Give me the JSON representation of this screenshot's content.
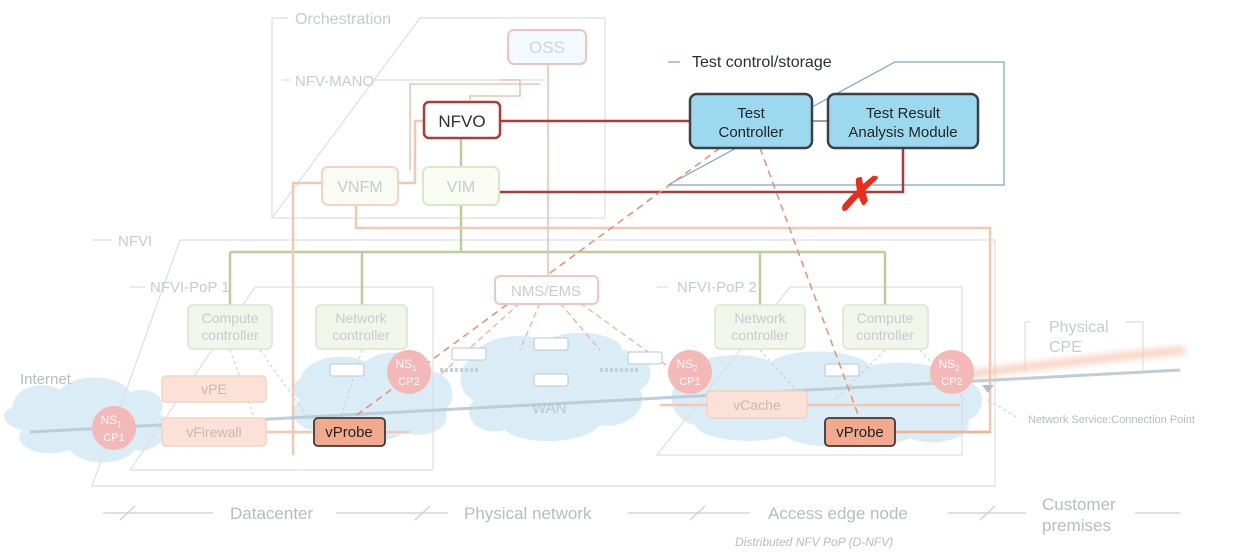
{
  "groups": {
    "orchestration": "Orchestration",
    "nfv_mano": "NFV-MANO",
    "test_control": "Test control/storage",
    "nfvi": "NFVI",
    "nfvi_pop1": "NFVI-PoP 1",
    "nfvi_pop2": "NFVI-PoP 2",
    "physical_cpe_line1": "Physical",
    "physical_cpe_line2": "CPE"
  },
  "nodes": {
    "oss": "OSS",
    "nfvo": "NFVO",
    "vnfm": "VNFM",
    "vim": "VIM",
    "test_controller_line1": "Test",
    "test_controller_line2": "Controller",
    "test_result_line1": "Test Result",
    "test_result_line2": "Analysis Module",
    "nms_ems": "NMS/EMS",
    "compute_controller_1_line1": "Compute",
    "compute_controller_1_line2": "controller",
    "network_controller_1_line1": "Network",
    "network_controller_1_line2": "controller",
    "network_controller_2_line1": "Network",
    "network_controller_2_line2": "controller",
    "compute_controller_2_line1": "Compute",
    "compute_controller_2_line2": "controller",
    "vpe": "vPE",
    "vfirewall": "vFirewall",
    "vprobe_1": "vProbe",
    "vprobe_2": "vProbe",
    "vcache": "vCache",
    "wan": "WAN",
    "internet": "Internet"
  },
  "connection_points": {
    "ns1_cp1": {
      "ns": "NS",
      "sub": "1",
      "cp": "CP1"
    },
    "ns1_cp2": {
      "ns": "NS",
      "sub": "1",
      "cp": "CP2"
    },
    "ns2_cp1": {
      "ns": "NS",
      "sub": "2",
      "cp": "CP1"
    },
    "ns2_cp2": {
      "ns": "NS",
      "sub": "2",
      "cp": "CP2"
    }
  },
  "annotations": {
    "cp_legend": "Network Service:Connection Point",
    "failure_mark": "✗"
  },
  "footer": {
    "datacenter": "Datacenter",
    "physical_network": "Physical network",
    "access_edge_node": "Access edge node",
    "customer_premises_line1": "Customer",
    "customer_premises_line2": "premises",
    "distributed": "Distributed NFV PoP (D-NFV)"
  },
  "colors": {
    "active_red": "#b03a3a",
    "test_blue": "#9dd9ee",
    "probe_orange": "#f3a98c",
    "faded_green": "#b9cf9a",
    "faded_orange": "#f6c7b0",
    "faded_gray": "#b8bcc0",
    "cloud_blue": "#d4eaf6",
    "x_red": "#ee2a1b"
  }
}
